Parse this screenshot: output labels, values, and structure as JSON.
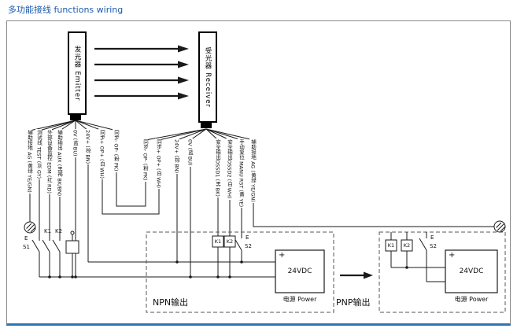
{
  "title": "多功能接线 functions wiring",
  "colors": {
    "title_blue": "#1b5bad",
    "frame_bottom_blue": "#2e75b6"
  },
  "emitter": {
    "label": "发光器 Emitter"
  },
  "receiver": {
    "label": "受光器 Receiver"
  },
  "emitter_wires": [
    {
      "label": "辅助接地 AG (黄绿 YE/GN)"
    },
    {
      "label": "测试线 TEST (灰 GY)"
    },
    {
      "label": "外部设备监控 EDM (红 RD)"
    },
    {
      "label": "辅助输出 AUX (黑褐 BK/BN)"
    },
    {
      "label": "0V (蓝 BU)"
    },
    {
      "label": "24V+ (棕 BN)"
    },
    {
      "label": "同步+ OP+ (白 WH)"
    },
    {
      "label": "同步- OP- (粉 PK)"
    }
  ],
  "receiver_wires": [
    {
      "label": "同步- OP- (粉 PK)"
    },
    {
      "label": "同步+ OP+ (白 WH)"
    },
    {
      "label": "24V+ (棕 BN)"
    },
    {
      "label": "0V (蓝 BU)"
    },
    {
      "label": "安全输出OSSD1 (黑 BK)"
    },
    {
      "label": "安全输出OSSD2 (白 WH)"
    },
    {
      "label": "手动复位 MANU RST (黄 YE)"
    },
    {
      "label": "辅助接地 AG (黄绿 YE/GN)"
    }
  ],
  "npn_circuit": {
    "estop": "E",
    "s1": "S1",
    "k1": "K1",
    "k2": "K2",
    "label": "NPN输出",
    "power": {
      "plus": "+",
      "name": "24VDC",
      "caption": "电源 Power"
    }
  },
  "receiver_circuit": {
    "k1": "K1",
    "k2": "K2",
    "estop": "E",
    "s2": "S2"
  },
  "pnp_circuit": {
    "k1": "K1",
    "k2": "K2",
    "estop": "E",
    "s2": "S2",
    "label": "PNP输出",
    "power": {
      "plus": "+",
      "name": "24VDC",
      "caption": "电源 Power"
    }
  }
}
